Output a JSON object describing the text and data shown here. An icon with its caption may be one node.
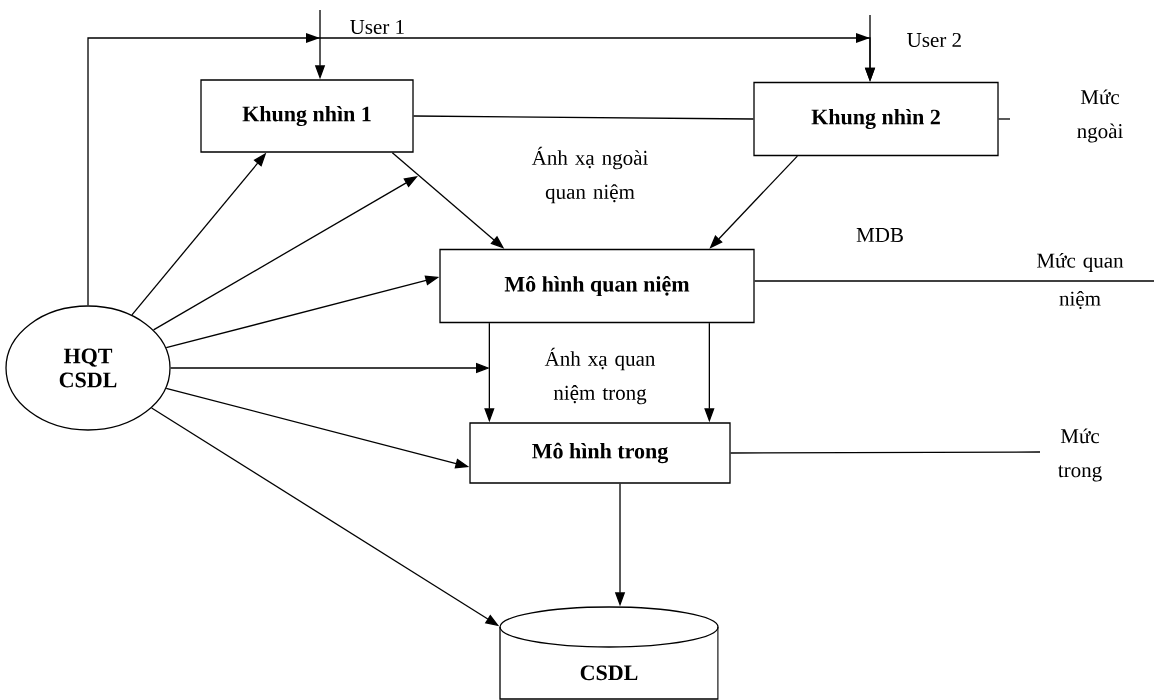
{
  "diagram": {
    "nodes": [
      {
        "text": [
          "Khung nhìn 1"
        ]
      },
      {
        "text": [
          "Khung nhìn 2"
        ]
      },
      {
        "text": [
          "Mô hình quan niệm"
        ]
      },
      {
        "text": [
          "Mô hình trong"
        ]
      },
      {
        "text": [
          "HQT CSDL"
        ]
      },
      {
        "text": [
          "CSDL"
        ]
      }
    ],
    "edges": [
      {
        "from": null,
        "to": 0,
        "arrow": "to"
      },
      {
        "from": null,
        "to": 1,
        "arrow": "to"
      },
      {
        "from": 4,
        "to": 1,
        "arrow": "to"
      },
      {
        "from": 0,
        "to": 1,
        "arrow": "none"
      },
      {
        "from": 1,
        "to": null,
        "arrow": "none"
      },
      {
        "from": 2,
        "to": null,
        "arrow": "none"
      },
      {
        "from": 3,
        "to": null,
        "arrow": "none"
      },
      {
        "from": 4,
        "to": 0,
        "arrow": "to"
      },
      {
        "from": 4,
        "to": null,
        "arrow": "to"
      },
      {
        "from": 4,
        "to": 2,
        "arrow": "to"
      },
      {
        "from": 4,
        "to": null,
        "arrow": "to"
      },
      {
        "from": 4,
        "to": 3,
        "arrow": "to"
      },
      {
        "from": 4,
        "to": 5,
        "arrow": "to"
      },
      {
        "from": 0,
        "to": 2,
        "arrow": "to"
      },
      {
        "from": 1,
        "to": 2,
        "arrow": "to"
      },
      {
        "from": 2,
        "to": 3,
        "arrow": "to"
      },
      {
        "from": 2,
        "to": 3,
        "arrow": "to"
      },
      {
        "from": 3,
        "to": 5,
        "arrow": "to"
      }
    ],
    "labels": [
      "User 1",
      "User 2",
      "Mức ngoài",
      "Ánh xạ ngoài quan niệm",
      "MDB",
      "Mức quan niệm",
      "Ánh xạ quan niệm trong",
      "Mức trong"
    ]
  }
}
